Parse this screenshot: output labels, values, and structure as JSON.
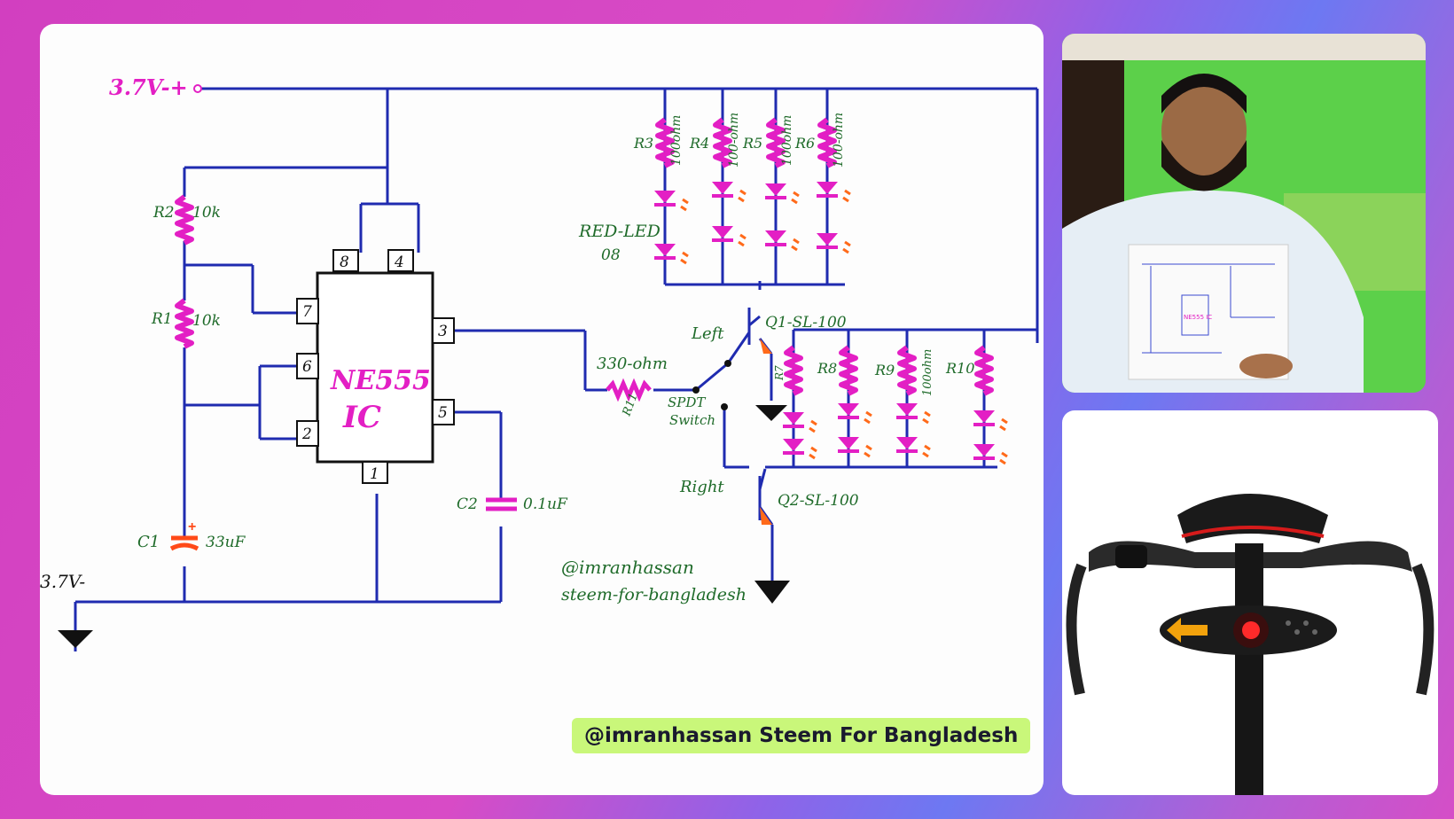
{
  "banner": {
    "label": "@imranhassan Steem For Bangladesh",
    "color": "#c9f77a"
  },
  "diagram": {
    "supply_label": "3.7V-+",
    "ground_label": "3.7V-",
    "ic": {
      "name_line1": "NE555",
      "name_line2": "IC",
      "pins": [
        "8",
        "4",
        "7",
        "6",
        "2",
        "3",
        "5",
        "1"
      ]
    },
    "resistors": {
      "r2": "R2",
      "r2_value": "10k",
      "r1": "R1",
      "r1_value": "10k",
      "r3": "R3",
      "r3_value": "100ohm",
      "r4": "R4",
      "r4_value": "100-ohm",
      "r5": "R5",
      "r5_value": "100ohm",
      "r6": "R6",
      "r6_value": "100-ohm",
      "r7": "R7",
      "r8": "R8",
      "r9": "R9",
      "r9_value": "100ohm",
      "r10": "R10",
      "r11": "R11",
      "r11_value": "330-ohm"
    },
    "capacitors": {
      "c1": "C1",
      "c1_value": "33uF",
      "c2": "C2",
      "c2_value": "0.1uF"
    },
    "led_label_line1": "RED-LED",
    "led_label_line2": "08",
    "switch_line1": "SPDT",
    "switch_line2": "Switch",
    "left_label": "Left",
    "right_label": "Right",
    "q1": "Q1-SL-100",
    "q2": "Q2-SL-100",
    "author_line1": "@imranhassan",
    "author_line2": "steem-for-bangladesh",
    "colors": {
      "wire": "#1f2bb0",
      "component": "#e31fc4",
      "label_green": "#1f6b2a",
      "led_spark": "#ff6a1a",
      "cap": "#ff4a18"
    }
  },
  "photo": {
    "sheet_ic_label": "NE555 IC"
  }
}
